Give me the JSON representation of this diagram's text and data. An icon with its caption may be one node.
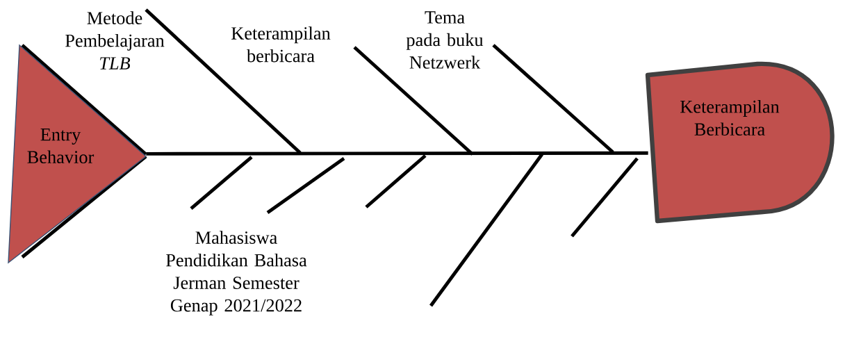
{
  "diagram": {
    "nodes": [
      {
        "text": [
          "Entry Behavior"
        ]
      },
      {
        "text": [
          "Keterampilan Berbicara"
        ]
      }
    ],
    "edges": [
      {
        "from": 0,
        "to": 1,
        "arrow": "none"
      }
    ],
    "labels": [
      "Metode Pembelajaran *TLB*",
      "Keterampilan berbicara",
      "Tema pada buku Netzwerk",
      "Mahasiswa Pendidikan Bahasa Jerman Semester Genap 2021/2022"
    ]
  }
}
